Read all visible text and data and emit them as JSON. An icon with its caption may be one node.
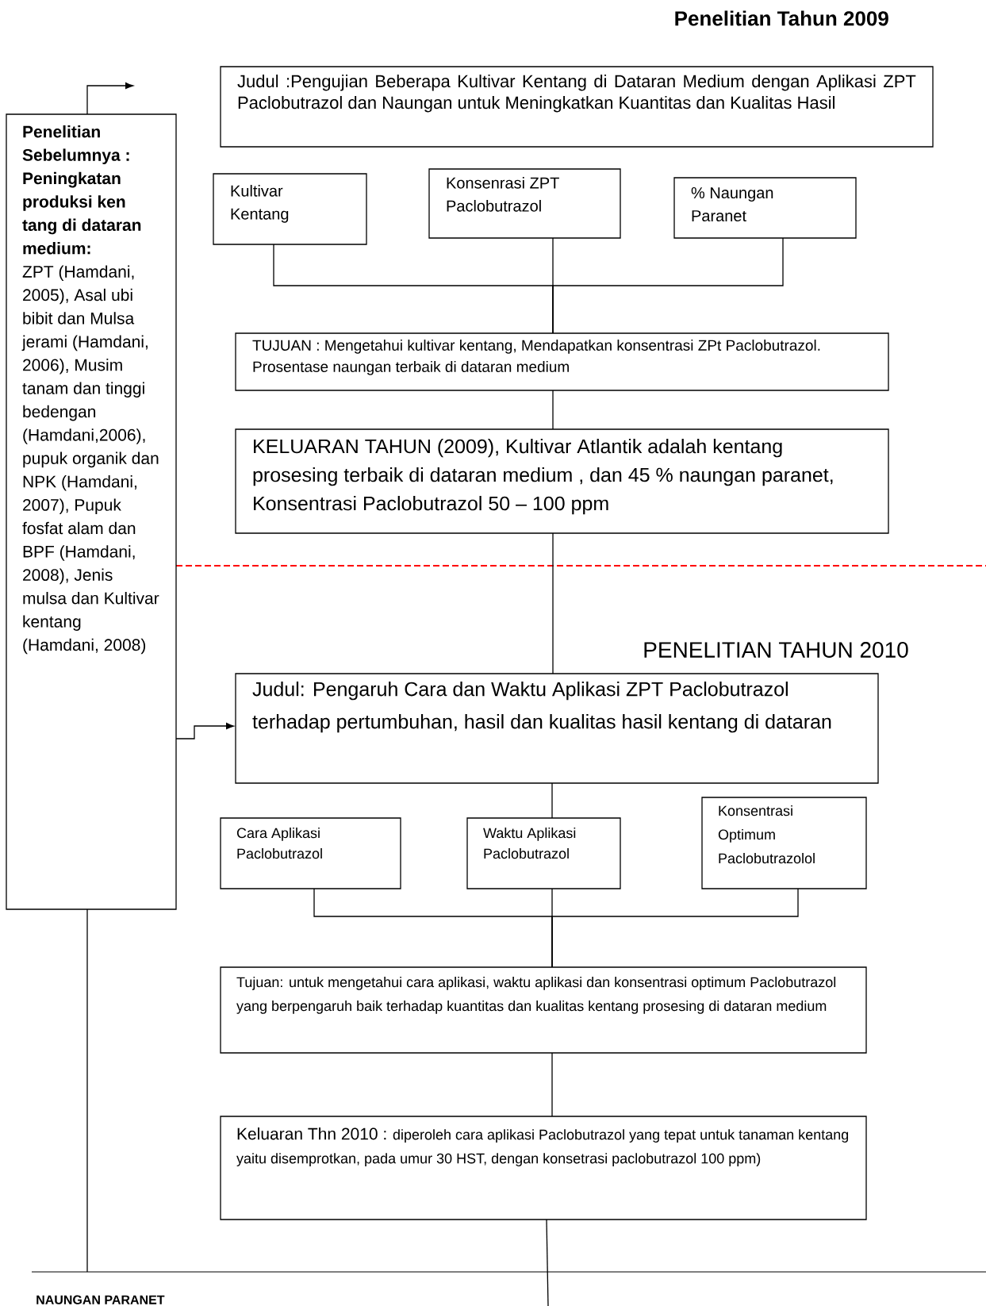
{
  "diagram": {
    "title": "Penelitian Tahun 2009",
    "nodes": [
      {
        "text": [
          "Penelitian Sebelumnya : Peningkatan produksi ken tang di dataran medium:",
          "ZPT (Hamdani, 2005), Asal ubi bibit dan Mulsa jerami (Hamdani, 2006), Musim tanam dan tinggi bedengan (Hamdani,2006), pupuk organik dan NPK (Hamdani, 2007), Pupuk fosfat alam dan BPF (Hamdani, 2008), Jenis mulsa dan Kultivar kentang (Hamdani, 2008)"
        ]
      },
      {
        "text": [
          "Judul :Pengujian Beberapa Kultivar Kentang di Dataran Medium dengan Aplikasi ZPT Paclobutrazol dan Naungan untuk Meningkatkan Kuantitas dan Kualitas Hasil"
        ]
      },
      {
        "text": [
          "Kultivar Kentang"
        ]
      },
      {
        "text": [
          "Konsenrasi ZPT Paclobutrazol"
        ]
      },
      {
        "text": [
          "% Naungan Paranet"
        ]
      },
      {
        "text": [
          "TUJUAN : Mengetahui kultivar kentang, Mendapatkan konsentrasi ZPt Paclobutrazol. Prosentase naungan terbaik di dataran medium"
        ]
      },
      {
        "text": [
          "KELUARAN TAHUN (2009), Kultivar Atlantik adalah kentang prosesing terbaik di dataran medium , dan 45 % naungan paranet, Konsentrasi Paclobutrazol 50 – 100 ppm"
        ]
      },
      {
        "text": [
          "Judul: Pengaruh Cara dan Waktu Aplikasi ZPT Paclobutrazol terhadap pertumbuhan, hasil dan kualitas hasil kentang di dataran"
        ]
      },
      {
        "text": [
          "Cara Aplikasi Paclobutrazol"
        ]
      },
      {
        "text": [
          "Waktu Aplikasi Paclobutrazol"
        ]
      },
      {
        "text": [
          "Konsentrasi Optimum Paclobutrazolol"
        ]
      },
      {
        "text": [
          "Tujuan: untuk mengetahui cara aplikasi, waktu aplikasi dan konsentrasi optimum Paclobutrazol yang berpengaruh baik terhadap kuantitas dan kualitas kentang prosesing di dataran medium"
        ]
      },
      {
        "text": [
          "Keluaran Thn 2010 :",
          "diperoleh cara aplikasi Paclobutrazol yang tepat untuk tanaman kentang yaitu disemprotkan, pada umur 30 HST, dengan konsetrasi paclobutrazol 100 ppm)"
        ]
      }
    ],
    "edges": [
      {
        "from": 0,
        "to": null,
        "arrow": "to"
      },
      {
        "from": 2,
        "to": 5,
        "arrow": "none"
      },
      {
        "from": 3,
        "to": 5,
        "arrow": "none"
      },
      {
        "from": 4,
        "to": 5,
        "arrow": "none"
      },
      {
        "from": 5,
        "to": 6,
        "arrow": "none"
      },
      {
        "from": 6,
        "to": 7,
        "arrow": "none"
      },
      {
        "from": 0,
        "to": 7,
        "arrow": "to"
      },
      {
        "from": 7,
        "to": 9,
        "arrow": "none"
      },
      {
        "from": 8,
        "to": 11,
        "arrow": "none"
      },
      {
        "from": 9,
        "to": 11,
        "arrow": "none"
      },
      {
        "from": 10,
        "to": 11,
        "arrow": "none"
      },
      {
        "from": 11,
        "to": 12,
        "arrow": "none"
      },
      {
        "from": 12,
        "to": null,
        "arrow": "none"
      },
      {
        "from": 0,
        "to": null,
        "arrow": "none"
      }
    ],
    "labels": [
      "PENELITIAN TAHUN 2010",
      "NAUNGAN PARANET"
    ]
  }
}
